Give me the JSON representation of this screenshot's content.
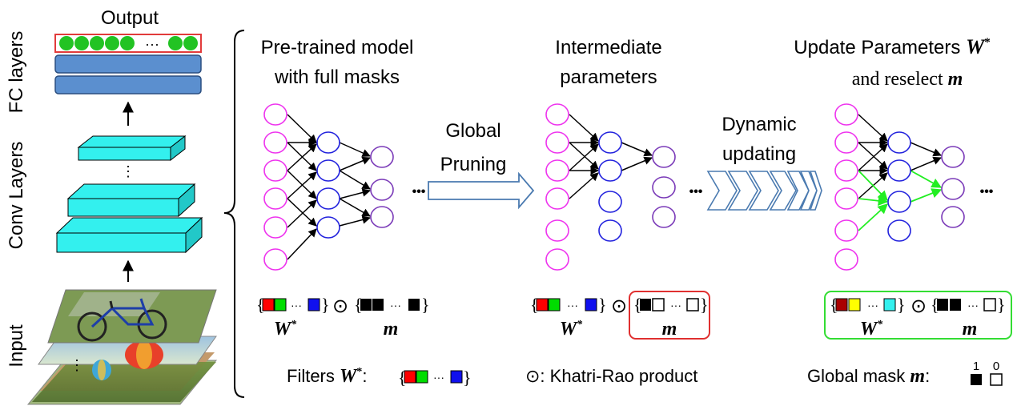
{
  "left": {
    "output_label": "Output",
    "fc_label": "FC layers",
    "conv_label": "Conv Layers",
    "input_label": "Input",
    "output_dots": "···",
    "conv_dots": "⋮",
    "input_dots": "⋮"
  },
  "stage1": {
    "title_line1": "Pre-trained model",
    "title_line2": "with full masks",
    "dots": "•••",
    "eq_dots1": "···",
    "eq_dots2": "···",
    "odot": "⊙",
    "w_label": "W",
    "w_sup": "*",
    "m_label": "m"
  },
  "arrow1": {
    "line1": "Global",
    "line2": "Pruning"
  },
  "stage2": {
    "title_line1": "Intermediate",
    "title_line2": "parameters",
    "dots": "•••",
    "eq_dots1": "···",
    "eq_dots2": "···",
    "odot": "⊙",
    "w_label": "W",
    "w_sup": "*",
    "m_label": "m"
  },
  "arrow2": {
    "line1": "Dynamic",
    "line2": "updating"
  },
  "stage3": {
    "title_line1_text": "Update Parameters ",
    "title_line1_w": "W",
    "title_line1_sup": "*",
    "title_line2_text": "and reselect ",
    "title_line2_m": "m",
    "dots": "•••",
    "eq_dots1": "···",
    "eq_dots2": "···",
    "odot": "⊙",
    "w_label": "W",
    "w_sup": "*",
    "m_label": "m"
  },
  "legend": {
    "filters_text": "Filters ",
    "filters_w": "W",
    "filters_sup": "*",
    "filters_colon": ":",
    "filters_dots": "···",
    "khatri": "⊙: Khatri-Rao product",
    "mask_text": "Global mask ",
    "mask_m": "m",
    "mask_colon": ":",
    "mask_one": "1",
    "mask_zero": "0"
  },
  "colors": {
    "cyan": "#33f0ee",
    "fc_blue": "#5b8fcf",
    "output_green": "#22c323",
    "output_red": "#e23b3b",
    "magenta": "#ee33ee",
    "blue": "#2222dd",
    "purple": "#7a3ab8",
    "green_edge": "#22ee22",
    "red_box": "#e03030",
    "green_box": "#33dd33",
    "arrow_outline": "#4a7ab0"
  }
}
